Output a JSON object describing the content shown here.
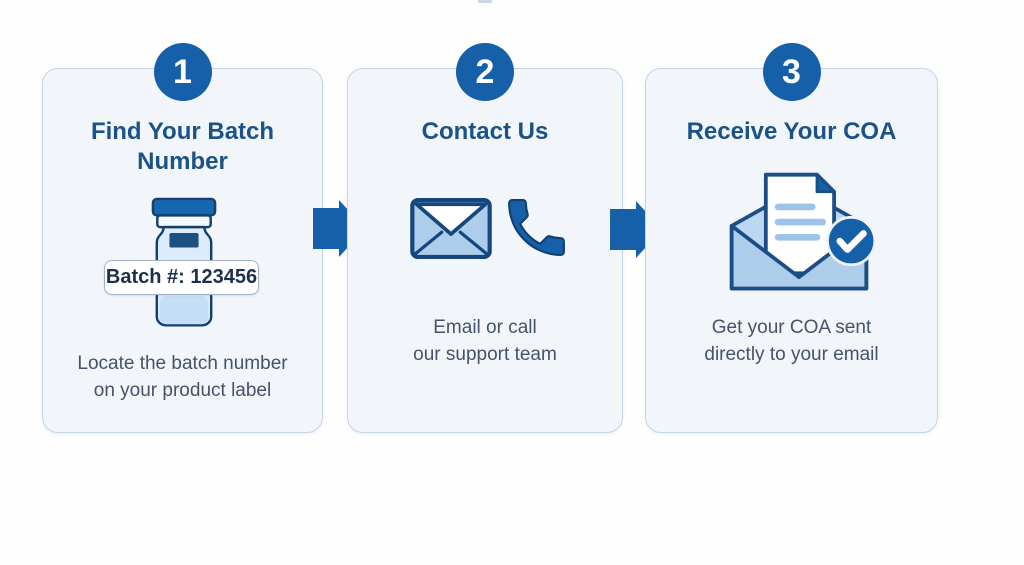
{
  "colors": {
    "primary_blue": "#1560a8",
    "outline_navy": "#16477e",
    "title_blue": "#1b5288",
    "caption_gray": "#44536a",
    "card_background": "#f2f6fa",
    "card_border": "#c5d5e8",
    "icon_light_blue": "#aecdeb"
  },
  "steps": [
    {
      "number": "1",
      "title_lines": [
        "Find Your Batch",
        "Number"
      ],
      "icon": "vial-icon",
      "batch_label": "Batch #: 123456",
      "caption_lines": [
        "Locate the batch number",
        "on your product label"
      ]
    },
    {
      "number": "2",
      "title_lines": [
        "Contact Us"
      ],
      "icons": [
        "email-envelope-icon",
        "phone-icon"
      ],
      "caption_lines": [
        "Email or call",
        "our support team"
      ]
    },
    {
      "number": "3",
      "title_lines": [
        "Receive Your COA"
      ],
      "icon": "coa-envelope-check-icon",
      "caption_lines": [
        "Get your COA sent",
        "directly to your email"
      ]
    }
  ]
}
